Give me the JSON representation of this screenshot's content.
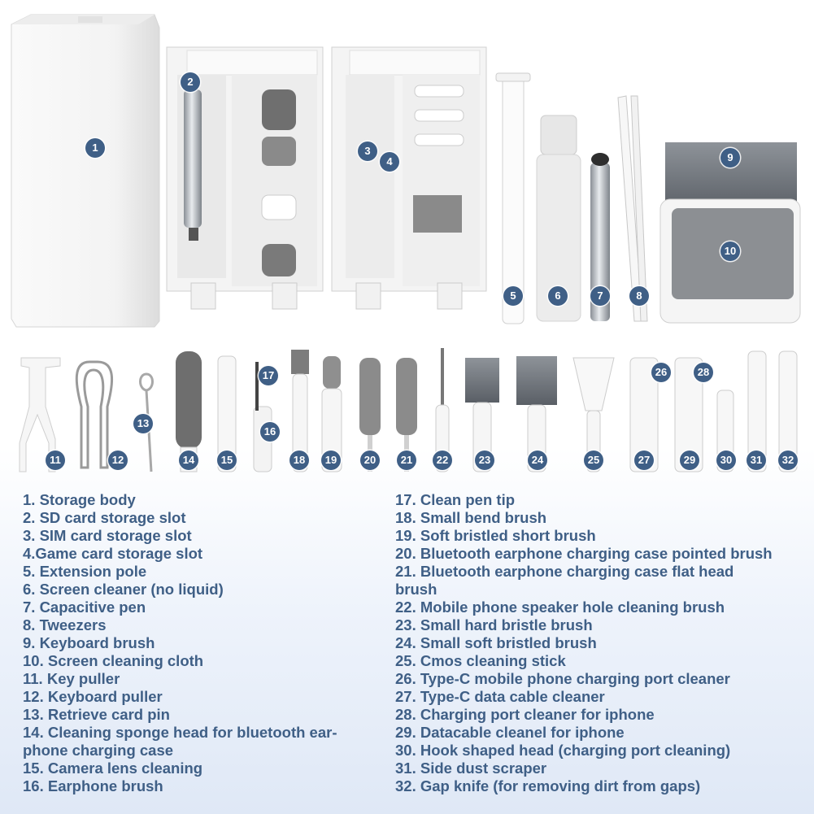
{
  "colors": {
    "accent": "#3f5f86",
    "badge_text": "#ffffff",
    "legend_text": "#3f5f86"
  },
  "badges": [
    "1",
    "2",
    "3",
    "4",
    "5",
    "6",
    "7",
    "8",
    "9",
    "10",
    "11",
    "12",
    "13",
    "14",
    "15",
    "16",
    "17",
    "18",
    "19",
    "20",
    "21",
    "22",
    "23",
    "24",
    "25",
    "26",
    "27",
    "28",
    "29",
    "30",
    "31",
    "32"
  ],
  "legend_left": [
    "1. Storage body",
    "2. SD card storage slot",
    "3. SIM card storage slot",
    "4.Game card storage slot",
    "5. Extension pole",
    "6. Screen cleaner (no liquid)",
    "7. Capacitive pen",
    "8. Tweezers",
    "9. Keyboard brush",
    "10. Screen cleaning cloth",
    "11. Key puller",
    "12. Keyboard puller",
    "13. Retrieve card pin",
    "14. Cleaning sponge head for bluetooth ear-",
    "phone charging case",
    "15. Camera lens cleaning",
    "16. Earphone brush"
  ],
  "legend_right": [
    "17. Clean pen tip",
    "18. Small bend brush",
    "19. Soft bristled short brush",
    "20. Bluetooth earphone charging case pointed brush",
    "21. Bluetooth earphone charging case flat head",
    "brush",
    "22. Mobile phone speaker hole cleaning brush",
    "23. Small hard bristle brush",
    "24. Small soft bristled brush",
    "25. Cmos cleaning stick",
    "26. Type-C mobile phone charging port cleaner",
    "27. Type-C data cable cleaner",
    "28. Charging port cleaner for iphone",
    "29. Datacable cleanel for iphone",
    "30. Hook shaped head (charging port cleaning)",
    "31. Side dust scraper",
    "32. Gap knife (for removing dirt from gaps)"
  ]
}
